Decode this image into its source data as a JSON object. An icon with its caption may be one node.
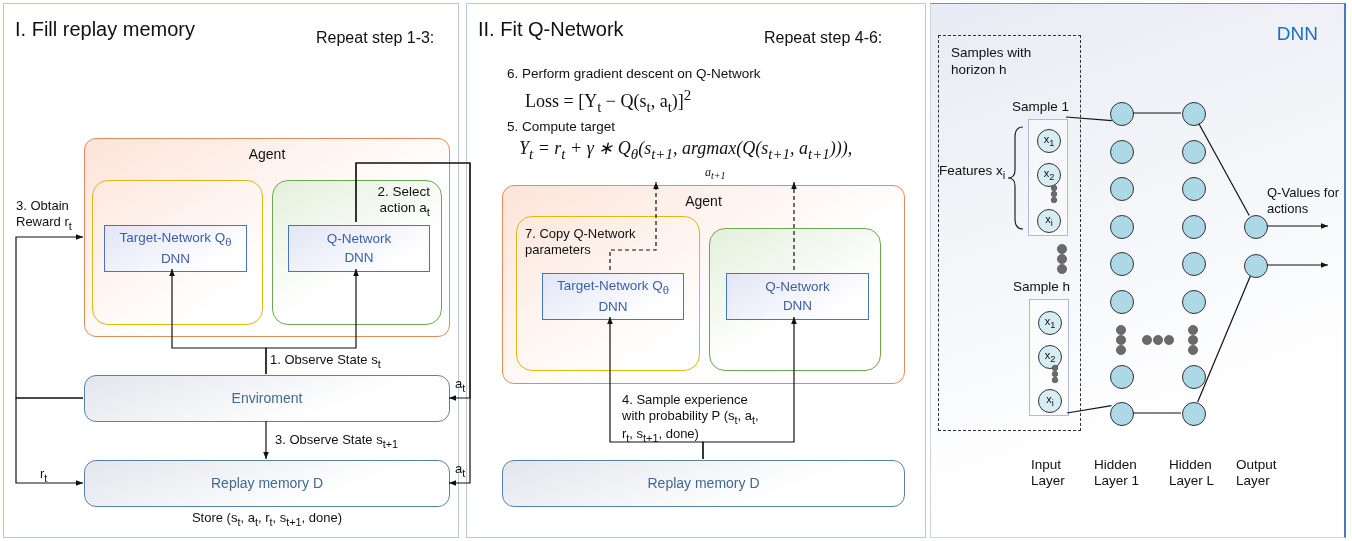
{
  "diagram": {
    "nodes": [
      {
        "text": [
          "I. Fill replay memory",
          "Repeat step 1-3:"
        ]
      },
      {
        "text": [
          "Agent"
        ],
        "in": 0
      },
      {
        "text": [],
        "shape": "box",
        "in": 1
      },
      {
        "text": [],
        "shape": "box",
        "in": 1
      },
      {
        "text": [
          "Target-Network Q$_{θ}$",
          "DNN"
        ],
        "in": 2
      },
      {
        "text": [
          "Q-Network",
          "DNN"
        ],
        "in": 3
      },
      {
        "text": [
          "Enviroment"
        ],
        "in": 0
      },
      {
        "text": [
          "Replay memory D"
        ],
        "in": 0,
        "beside": [
          "Store (s$_{t}$, a$_{t}$, r$_{t}$, s$_{t+1}$, done)"
        ]
      },
      {
        "text": [
          "II. Fit Q-Network",
          "Repeat step 4-6:"
        ]
      },
      {
        "text": [
          "Y$_{t}$ = r$_{t}$ + γ ∗ Q$_{θ}$(s$_{t+1}$, argmax(Q(s$_{t+1}$, a$_{t+1}$))),",
          "a$_{t+1}$"
        ],
        "in": 8
      },
      {
        "text": [
          "Agent"
        ],
        "in": 8
      },
      {
        "text": [
          "7. Copy Q-Network parameters"
        ],
        "in": 10
      },
      {
        "text": [],
        "shape": "box",
        "in": 10
      },
      {
        "text": [
          "Target-Network Q$_{θ}$",
          "DNN"
        ],
        "in": 11
      },
      {
        "text": [
          "Q-Network",
          "DNN"
        ],
        "in": 12
      },
      {
        "text": [
          "Replay memory D"
        ],
        "in": 8
      },
      {
        "text": [
          "DNN"
        ]
      },
      {
        "text": [
          "Samples with horizon h"
        ],
        "in": 16
      },
      {
        "text": [
          "Sample 1"
        ],
        "in": 17
      },
      {
        "text": [
          "x$_{1}$"
        ],
        "in": 18
      },
      {
        "text": [
          "x$_{2}$"
        ],
        "in": 18
      },
      {
        "text": [
          "x$_{i}$"
        ],
        "in": 18
      },
      {
        "text": [
          "Sample h"
        ],
        "in": 17
      },
      {
        "text": [
          "x$_{1}$"
        ],
        "in": 22
      },
      {
        "text": [
          "x$_{2}$"
        ],
        "in": 22
      },
      {
        "text": [
          "x$_{i}$"
        ],
        "in": 22
      },
      {
        "text": [],
        "shape": "circle",
        "in": 16
      },
      {
        "text": [],
        "shape": "circle",
        "in": 16
      },
      {
        "text": [],
        "shape": "circle",
        "in": 16
      },
      {
        "text": [],
        "shape": "circle",
        "in": 16
      },
      {
        "text": [],
        "shape": "circle",
        "in": 16
      },
      {
        "text": [],
        "shape": "circle",
        "in": 16
      },
      {
        "text": [],
        "shape": "circle",
        "in": 16
      },
      {
        "text": [],
        "shape": "circle",
        "in": 16
      },
      {
        "text": [],
        "shape": "circle",
        "in": 16
      },
      {
        "text": [],
        "shape": "circle",
        "in": 16
      },
      {
        "text": [],
        "shape": "circle",
        "in": 16
      },
      {
        "text": [],
        "shape": "circle",
        "in": 16
      },
      {
        "text": [],
        "shape": "circle",
        "in": 16
      },
      {
        "text": [],
        "shape": "circle",
        "in": 16
      },
      {
        "text": [],
        "shape": "circle",
        "in": 16
      },
      {
        "text": [],
        "shape": "circle",
        "in": 16
      },
      {
        "text": [],
        "shape": "circle",
        "in": 16
      },
      {
        "text": [],
        "shape": "circle",
        "in": 16
      }
    ],
    "edges": [
      {
        "from": 6,
        "to": 4,
        "arrow": "to",
        "label": "1. Observe State s$_{t}$"
      },
      {
        "from": 6,
        "to": 5,
        "arrow": "to"
      },
      {
        "from": 5,
        "to": 6,
        "arrow": "to",
        "label": "a$_{t}$"
      },
      {
        "from": 5,
        "to": 7,
        "arrow": "to",
        "label": "a$_{t}$"
      },
      {
        "from": 6,
        "to": 1,
        "arrow": "to",
        "label": "3. Obtain Reward r$_{t}$"
      },
      {
        "from": 6,
        "to": 7,
        "arrow": "to",
        "label": "r$_{t}$"
      },
      {
        "from": 6,
        "to": 7,
        "arrow": "to",
        "label": "3. Observe State s$_{t+1}$"
      },
      {
        "from": 15,
        "to": 13,
        "arrow": "to",
        "label": "4. Sample experience with probability P (s$_{t}$, a$_{t}$, r$_{t}$, s$_{t+1}$, done)"
      },
      {
        "from": 15,
        "to": 14,
        "arrow": "to"
      },
      {
        "from": 13,
        "to": 9,
        "arrow": "to",
        "style": "dashed"
      },
      {
        "from": 14,
        "to": 9,
        "arrow": "to",
        "style": "dashed"
      },
      {
        "from": 18,
        "to": 26,
        "arrow": "none"
      },
      {
        "from": 22,
        "to": 33,
        "arrow": "none"
      },
      {
        "from": 26,
        "to": 34,
        "arrow": "none"
      },
      {
        "from": 33,
        "to": 41,
        "arrow": "none"
      },
      {
        "from": 34,
        "to": 42,
        "arrow": "none"
      },
      {
        "from": 41,
        "to": 43,
        "arrow": "none"
      },
      {
        "from": 42,
        "to": null,
        "arrow": "to",
        "label": "Q-Values for actions"
      },
      {
        "from": 43,
        "to": null,
        "arrow": "to"
      }
    ],
    "labels": [
      "2. Select action a$_{t}$",
      "6. Perform gradient descent on Q-Network",
      "Loss = [Y$_{t}$ − Q(s$_{t}$, a$_{t}$)]$^{2}$",
      "5. Compute target",
      "Features x$_{i}$",
      "Input Layer",
      "Hidden Layer 1",
      "Hidden Layer L",
      "Output Layer"
    ]
  }
}
